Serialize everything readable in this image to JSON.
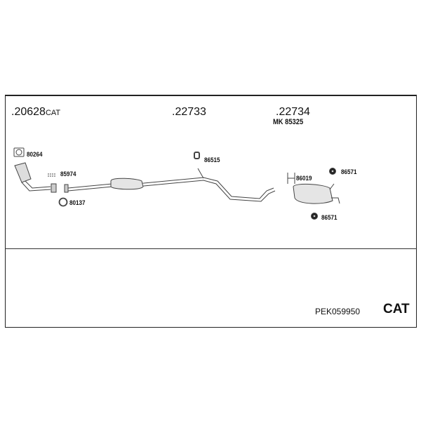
{
  "parts": {
    "front_section": {
      "number": ".20628",
      "suffix": "CAT"
    },
    "middle_section": {
      "number": ".22733"
    },
    "rear_section": {
      "number": ".22734",
      "mounting_kit": "MK 85325"
    }
  },
  "accessories": [
    {
      "number": "80264",
      "icon": "gasket-icon"
    },
    {
      "number": "85974",
      "icon": "bolt-set-icon"
    },
    {
      "number": "80137",
      "icon": "ring-seal-icon"
    },
    {
      "number": "86515",
      "icon": "rubber-mount-icon"
    },
    {
      "number": "86019",
      "icon": "clamp-icon"
    },
    {
      "number": "86571",
      "icon": "rubber-ring-icon"
    },
    {
      "number": "86571",
      "icon": "rubber-ring-icon"
    }
  ],
  "footer": {
    "kit_code": "PEK059950",
    "type": "CAT"
  }
}
